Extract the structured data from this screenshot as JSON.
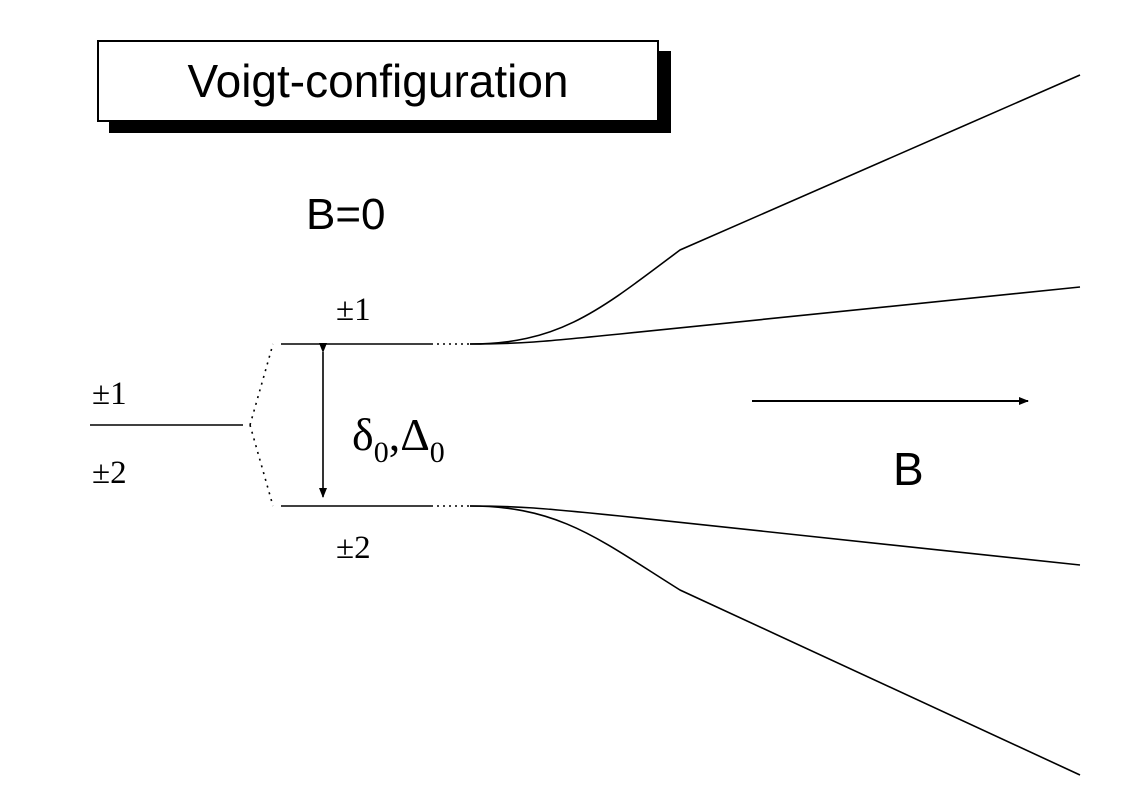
{
  "title": "Voigt-configuration",
  "zero_field_label": "B=0",
  "field_label": "B",
  "levels": {
    "left_upper": "±1",
    "left_lower": "±2",
    "right_upper": "±1",
    "right_lower": "±2"
  },
  "splitting": {
    "symbol_a": "δ",
    "sub_a": "0",
    "separator": ",",
    "symbol_b": "Δ",
    "sub_b": "0"
  }
}
